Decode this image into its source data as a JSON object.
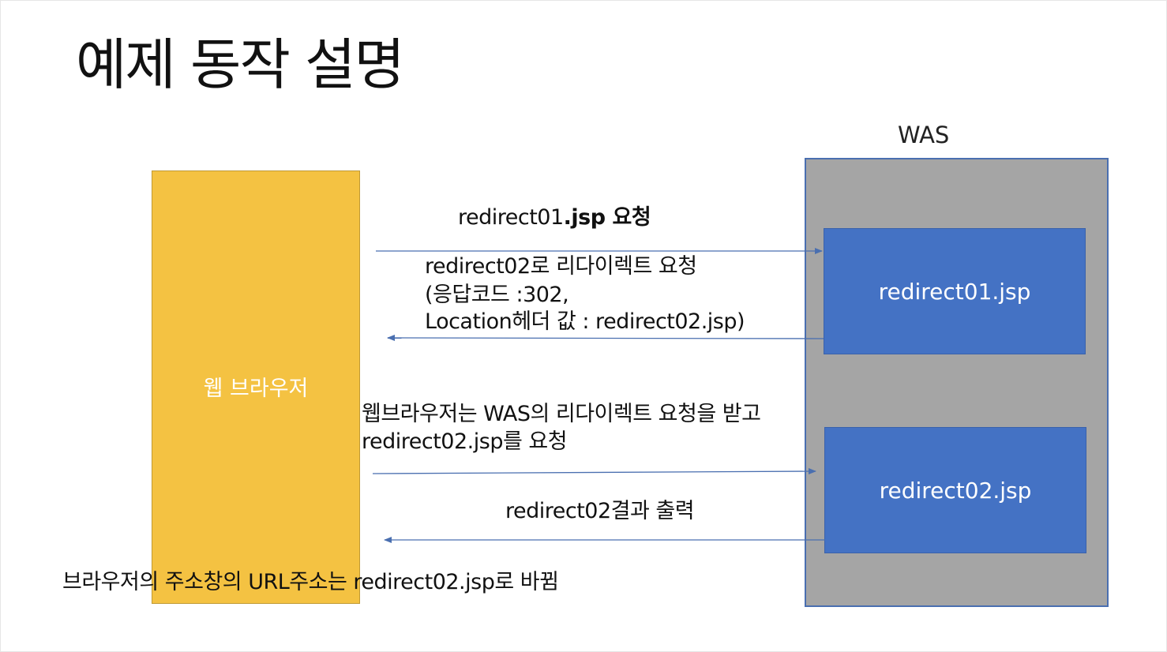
{
  "title": "예제 동작 설명",
  "was": {
    "label": "WAS",
    "jsp1": "redirect01.jsp",
    "jsp2": "redirect02.jsp"
  },
  "browser": {
    "label": "웹 브라우저"
  },
  "messages": {
    "request1_prefix": "redirect01",
    "request1_bold": ".jsp 요청",
    "redirect_line1": "redirect02로 리다이렉트 요청",
    "redirect_line2": "(응답코드 :302,",
    "redirect_line3": "Location헤더 값 : redirect02.jsp)",
    "browser_line1": "웹브라우저는 WAS의 리다이렉트 요청을 받고",
    "browser_line2": "redirect02.jsp를 요청",
    "result": "redirect02결과 출력",
    "footer": "브라우저의 주소창의 URL주소는 redirect02.jsp로 바뀜"
  },
  "colors": {
    "browser_fill": "#f4c242",
    "was_fill": "#a5a5a5",
    "jsp_fill": "#4472c4",
    "arrow": "#4a6fb0"
  }
}
